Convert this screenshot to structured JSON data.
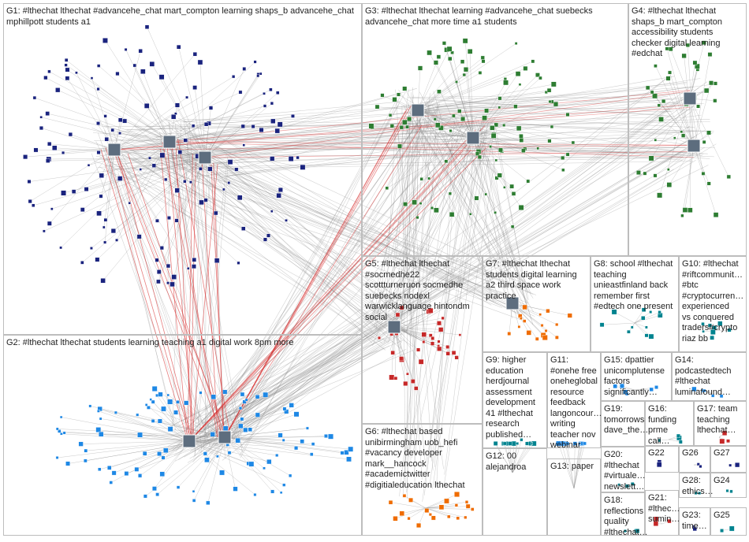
{
  "groups": [
    {
      "id": "G1",
      "label": "G1: #lthechat lthechat #advancehe_chat mart_compton learning shaps_b advancehe_chat mphillpott students a1"
    },
    {
      "id": "G3",
      "label": "G3: #lthechat lthechat learning #advancehe_chat suebecks advancehe_chat more time a1 students"
    },
    {
      "id": "G4",
      "label": "G4: #lthechat lthechat\nshaps_b mart_compton\naccessibility students\nchecker digital learning\n#edchat"
    },
    {
      "id": "G2",
      "label": "G2: #lthechat lthechat students learning teaching a1 digital work 8pm more"
    },
    {
      "id": "G5",
      "label": "G5: #lthechat lthechat\n#socmedhe22\nscottturneruon socmedhe\nsuebecks nodexl\nwarwicklanguage hintondm\nsocial"
    },
    {
      "id": "G7",
      "label": "G7: #lthechat lthechat\nstudents digital learning\na2 third space work\npractice"
    },
    {
      "id": "G8",
      "label": "G8: school #lthechat\nteaching\nunieastfinland back\nremember first\n#edtech one present"
    },
    {
      "id": "G10",
      "label": "G10: #lthechat\n#riftcommunit…\n#btc\n#cryptocurren…\nexperienced\nvs conquered\ntraders#crypto\nriaz bb"
    },
    {
      "id": "G6",
      "label": "G6: #lthechat based\nunibirmingham uob_hefi\n#vacancy developer\nmark__hancock\n#academictwitter\n#digitialeducation lthechat"
    },
    {
      "id": "G9",
      "label": "G9: higher\neducation\nherdjournal\nassessment\ndevelopment\n41 #lthechat\nresearch\npublished…"
    },
    {
      "id": "G11",
      "label": "G11:\n#onehe free\noneheglobal\nresource\nfeedback\nlangoncour…\nwriting\nteacher nov\nwebinar"
    },
    {
      "id": "G15",
      "label": "G15: dpattier\nunicomplutense\nfactors\nsignificantly…"
    },
    {
      "id": "G14",
      "label": "G14:\npodcastedtech\n#lthechat\nluminafound…"
    },
    {
      "id": "G19",
      "label": "G19:\ntomorrows\ndave_the…"
    },
    {
      "id": "G16",
      "label": "G16:\nfunding\nprme call…"
    },
    {
      "id": "G17",
      "label": "G17: team\nteaching\nlthechat…"
    },
    {
      "id": "G12",
      "label": "G12: 00\nalejandroa"
    },
    {
      "id": "G13",
      "label": "G13: paper"
    },
    {
      "id": "G20",
      "label": "G20:\n#lthechat\n#virtuale…\nnewslett…"
    },
    {
      "id": "G22",
      "label": "G22"
    },
    {
      "id": "G26",
      "label": "G26"
    },
    {
      "id": "G27",
      "label": "G27"
    },
    {
      "id": "G28",
      "label": "G28:\nethics…"
    },
    {
      "id": "G24",
      "label": "G24"
    },
    {
      "id": "G18",
      "label": "G18:\nreflections\nquality\n#lthechat…"
    },
    {
      "id": "G21",
      "label": "G21:\n#lthec…\nsumin…"
    },
    {
      "id": "G23",
      "label": "G23:\ntime…"
    },
    {
      "id": "G25",
      "label": "G25"
    }
  ],
  "colors": {
    "box_border": "#bdbdbd",
    "edge_gray": "#8a8a8a",
    "edge_red": "#d62828",
    "node_navy": "#1a237e",
    "node_blue": "#1e88e5",
    "node_green": "#2e7d32",
    "node_red": "#c62828",
    "node_orange": "#ef6c00",
    "node_teal": "#00838f"
  }
}
